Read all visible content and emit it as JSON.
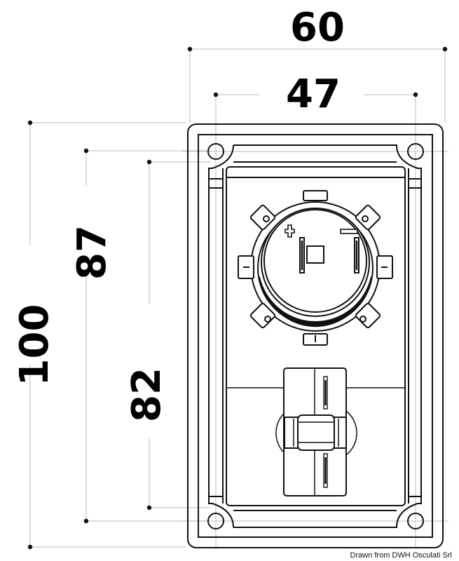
{
  "drawing": {
    "subject": "Flush-mount panel with 12V socket and toggle switch",
    "units": "mm",
    "dimensions": {
      "width_overall": "60",
      "width_holes": "47",
      "height_overall": "100",
      "height_holes": "87",
      "height_inner": "82"
    },
    "socket": {
      "plus_symbol": "+",
      "minus_symbol": "−"
    },
    "credit": "Drawn from DWH Osculati Srl",
    "colors": {
      "line": "#111111",
      "dimension_line": "#c8c8c8",
      "background": "#ffffff"
    }
  }
}
